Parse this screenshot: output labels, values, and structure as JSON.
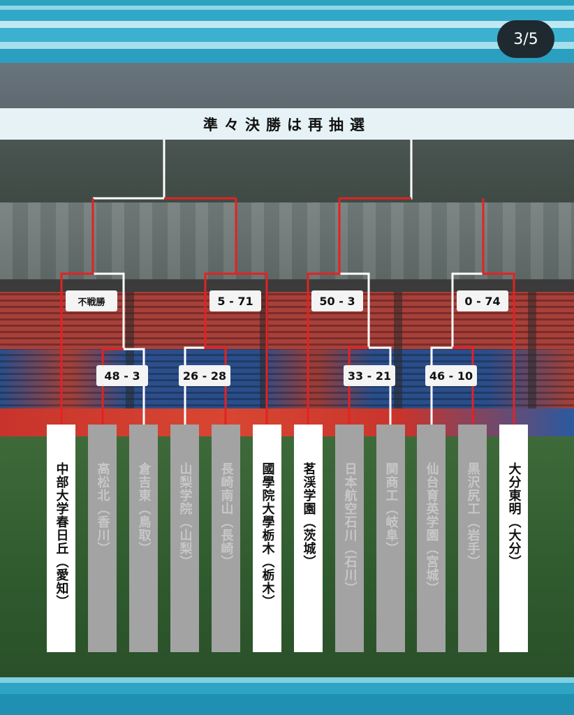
{
  "page_indicator": "3/5",
  "title": "準々決勝は再抽選",
  "scores": {
    "r1_a": "不戦勝",
    "r1_b": "5 - 71",
    "r1_c": "50 - 3",
    "r1_d": "0 - 74",
    "r2_a": "48 - 3",
    "r2_b": "26 - 28",
    "r2_c": "33 - 21",
    "r2_d": "46 - 10"
  },
  "teams": [
    {
      "name": "中部大学春日丘（愛知）",
      "status": "winner"
    },
    {
      "name": "高松北（香川）",
      "status": "eliminated"
    },
    {
      "name": "倉吉東（鳥取）",
      "status": "eliminated"
    },
    {
      "name": "山梨学院（山梨）",
      "status": "eliminated"
    },
    {
      "name": "長崎南山（長崎）",
      "status": "eliminated"
    },
    {
      "name": "國學院大學栃木（栃木）",
      "status": "winner"
    },
    {
      "name": "茗渓学園（茨城）",
      "status": "winner"
    },
    {
      "name": "日本航空石川（石川）",
      "status": "eliminated"
    },
    {
      "name": "関商工（岐阜）",
      "status": "eliminated"
    },
    {
      "name": "仙台育英学園（宮城）",
      "status": "eliminated"
    },
    {
      "name": "黒沢尻工（岩手）",
      "status": "eliminated"
    },
    {
      "name": "大分東明（大分）",
      "status": "winner"
    }
  ],
  "colors": {
    "win_line": "#e32222",
    "lose_line": "#ffffff",
    "accent_bar": "#2ea4c4"
  }
}
